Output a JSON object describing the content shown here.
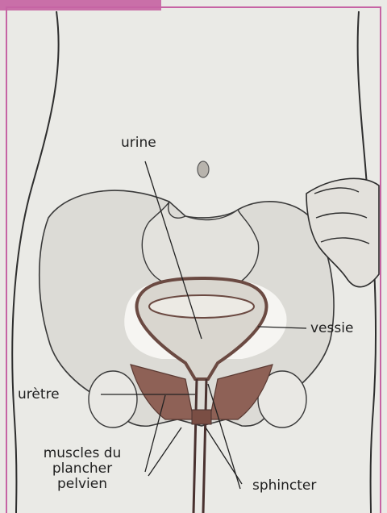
{
  "diagram": {
    "labels": {
      "urine": "urine",
      "vessie": "vessie",
      "uretre": "urètre",
      "muscles_line1": "muscles du",
      "muscles_line2": "plancher",
      "muscles_line3": "pelvien",
      "sphincter": "sphincter"
    },
    "colors": {
      "accent_border": "#c664a4",
      "background": "#eaeae6",
      "muscle": "#8a5a50",
      "outline": "#3a3a3a"
    }
  }
}
